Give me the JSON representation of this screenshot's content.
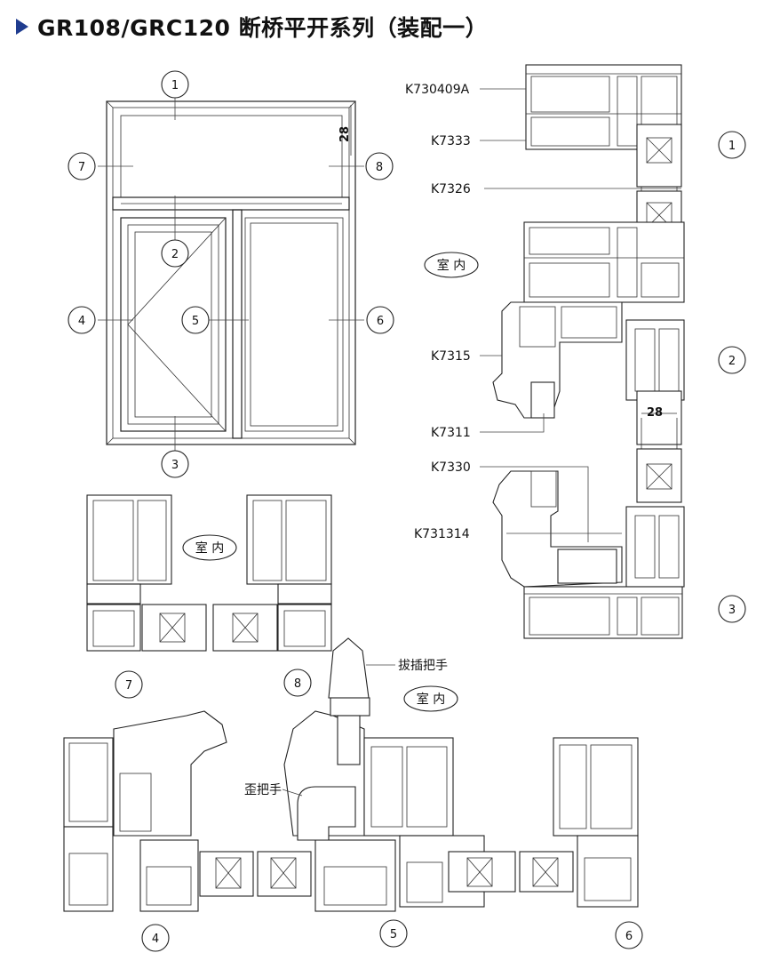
{
  "title": "GR108/GRC120 断桥平开系列（装配一）",
  "accent_color": "#1f3c8f",
  "elevation": {
    "markers": [
      "1",
      "2",
      "3",
      "4",
      "5",
      "6",
      "7",
      "8"
    ],
    "dimension": "28"
  },
  "profiles": {
    "k730409a": "K730409A",
    "k7333": "K7333",
    "k7326": "K7326",
    "k7315": "K7315",
    "k7311": "K7311",
    "k7330": "K7330",
    "k731314": "K731314"
  },
  "section_markers": {
    "right_1": "1",
    "right_2": "2",
    "right_3": "3",
    "mid_7": "7",
    "mid_8": "8",
    "bot_4": "4",
    "bot_5": "5",
    "bot_6": "6"
  },
  "dimension_28_right": "28",
  "interior_label": "室 内",
  "handles": {
    "plug_handle": "拔插把手",
    "crank_handle": "歪把手"
  }
}
